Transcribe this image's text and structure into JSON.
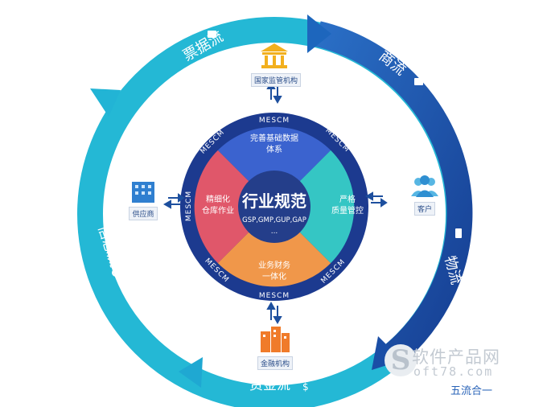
{
  "outer_flows": {
    "bill_flow": "票据流",
    "commerce_flow": "商流",
    "logistics_flow": "物流",
    "capital_flow": "资金流",
    "info_flow": "信息流"
  },
  "ring_text": {
    "mescm": "MESCM"
  },
  "center": {
    "title": "行业规范",
    "standards": "GSP,GMP,GUP,GAP",
    "ellipsis": "..."
  },
  "quadrants": {
    "top_line1": "完善基础数据",
    "top_line2": "体系",
    "right_line1": "严格",
    "right_line2": "质量管控",
    "bottom_line1": "业务财务",
    "bottom_line2": "一体化",
    "left_line1": "精细化",
    "left_line2": "仓库作业"
  },
  "nodes": {
    "regulator": "国家监管机构",
    "customer": "客户",
    "finance": "金融机构",
    "supplier": "供应商"
  },
  "watermark": {
    "site_name": "软件产品网",
    "url": "oft78.com",
    "tagline": "五流合一"
  },
  "colors": {
    "outer_ring_light": "#1fb6d6",
    "outer_ring_dark": "#1d5eb5",
    "inner_ring": "#1c3a8f",
    "quad_top": "#3b63cf",
    "quad_right": "#35c6c4",
    "quad_bottom": "#f0974a",
    "quad_left": "#e0576a",
    "center": "#243e8a"
  }
}
